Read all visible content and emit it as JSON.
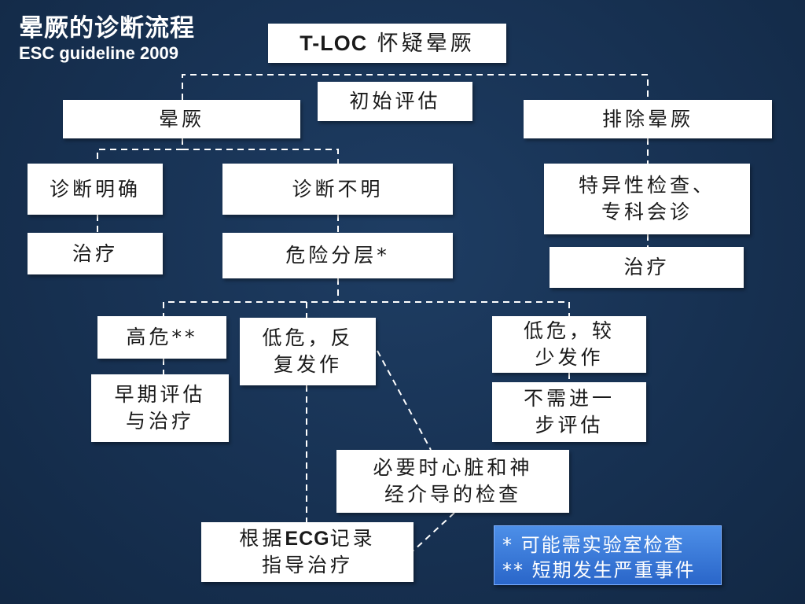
{
  "header": {
    "title": "晕厥的诊断流程",
    "subtitle": "ESC guideline 2009"
  },
  "nodes": {
    "tloc": {
      "latin": "T-LOC",
      "text": " 怀疑晕厥"
    },
    "initial_eval": "初始评估",
    "syncope": "晕厥",
    "exclude_syncope": "排除晕厥",
    "diagnosis_clear": "诊断明确",
    "treatment_1": "治疗",
    "diagnosis_unclear": "诊断不明",
    "risk_strat": "危险分层*",
    "specific_tests_l1": "特异性检查、",
    "specific_tests_l2": "专科会诊",
    "treatment_2": "治疗",
    "high_risk": "高危**",
    "early_eval_l1": "早期评估",
    "early_eval_l2": "与治疗",
    "low_risk_recurrent_l1": "低危，反",
    "low_risk_recurrent_l2": "复发作",
    "low_risk_rare_l1": "低危，较",
    "low_risk_rare_l2": "少发作",
    "no_further_l1": "不需进一",
    "no_further_l2": "步评估",
    "cardiac_neural_l1": "必要时心脏和神",
    "cardiac_neural_l2": "经介导的检查",
    "ecg_guided_pre": "根据",
    "ecg_guided_latin": "ECG",
    "ecg_guided_post": "记录",
    "ecg_guided_l2": "指导治疗"
  },
  "legend": {
    "line1": "* 可能需实验室检查",
    "line2": "** 短期发生严重事件"
  },
  "colors": {
    "background": "#173152",
    "box": "#ffffff",
    "connector": "#ffffff",
    "legend": "#3b7ddb"
  }
}
